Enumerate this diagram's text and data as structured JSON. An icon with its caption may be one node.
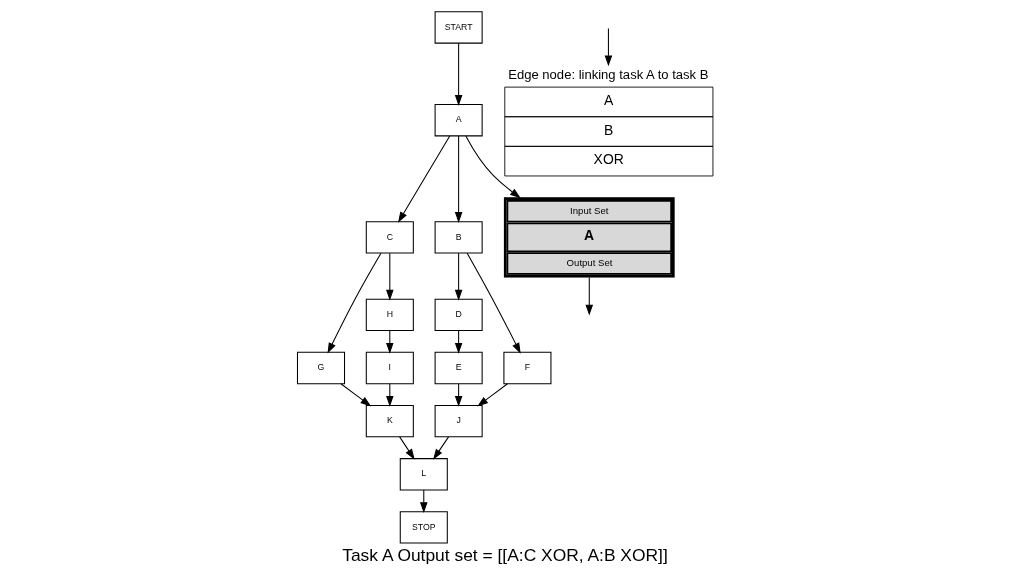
{
  "diagram": {
    "caption": "Task A Output set = [[A:C XOR, A:B XOR]]",
    "nodes": [
      {
        "text": [
          "START"
        ]
      },
      {
        "text": [
          "A"
        ]
      },
      {
        "text": [
          "C"
        ]
      },
      {
        "text": [
          "B"
        ]
      },
      {
        "text": [
          "G"
        ]
      },
      {
        "text": [
          "H"
        ]
      },
      {
        "text": [
          "D"
        ]
      },
      {
        "text": [
          "F"
        ]
      },
      {
        "text": [
          "I"
        ]
      },
      {
        "text": [
          "E"
        ]
      },
      {
        "text": [
          "K"
        ]
      },
      {
        "text": [
          "J"
        ]
      },
      {
        "text": [
          "L"
        ]
      },
      {
        "text": [
          "STOP"
        ]
      },
      {
        "text": [
          "Input Set",
          "A",
          "Output Set"
        ]
      },
      {
        "text": [
          "Edge node: linking task A to task B",
          "A",
          "B",
          "XOR"
        ]
      }
    ],
    "edges": [
      {
        "from": 0,
        "to": 1,
        "arrow": "to"
      },
      {
        "from": 1,
        "to": 2,
        "arrow": "to"
      },
      {
        "from": 1,
        "to": 3,
        "arrow": "to"
      },
      {
        "from": 2,
        "to": 4,
        "arrow": "to"
      },
      {
        "from": 2,
        "to": 5,
        "arrow": "to"
      },
      {
        "from": 3,
        "to": 6,
        "arrow": "to"
      },
      {
        "from": 3,
        "to": 7,
        "arrow": "to"
      },
      {
        "from": 5,
        "to": 8,
        "arrow": "to"
      },
      {
        "from": 6,
        "to": 9,
        "arrow": "to"
      },
      {
        "from": 8,
        "to": 10,
        "arrow": "to"
      },
      {
        "from": 4,
        "to": 10,
        "arrow": "to"
      },
      {
        "from": 9,
        "to": 11,
        "arrow": "to"
      },
      {
        "from": 7,
        "to": 11,
        "arrow": "to"
      },
      {
        "from": 10,
        "to": 12,
        "arrow": "to"
      },
      {
        "from": 11,
        "to": 12,
        "arrow": "to"
      },
      {
        "from": 12,
        "to": 13,
        "arrow": "to"
      },
      {
        "from": 1,
        "to": 14,
        "arrow": "to"
      },
      {
        "from": 14,
        "to": null,
        "arrow": "to"
      },
      {
        "from": null,
        "to": 15,
        "arrow": "to"
      }
    ]
  }
}
